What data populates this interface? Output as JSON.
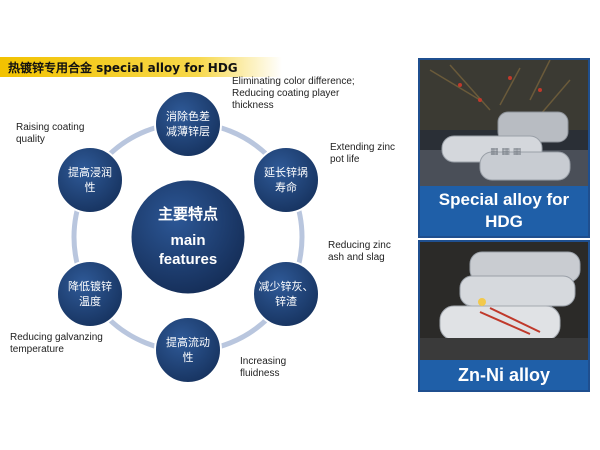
{
  "title": "热镀锌专用合金 special alloy for HDG",
  "center": {
    "zh": "主要特点",
    "en_line1": "main",
    "en_line2": "features"
  },
  "features": [
    {
      "zh1": "消除色差",
      "zh2": "减薄锌层",
      "en": [
        "Eliminating color difference;",
        "Reducing coating player",
        "thickness"
      ]
    },
    {
      "zh1": "延长锌埚",
      "zh2": "寿命",
      "en": [
        "Extending zinc",
        "pot life"
      ]
    },
    {
      "zh1": "减少锌灰、",
      "zh2": "锌渣",
      "en": [
        "Reducing zinc",
        "ash and slag"
      ]
    },
    {
      "zh1": "提高流动",
      "zh2": "性",
      "en": [
        "Increasing",
        "fluidness"
      ]
    },
    {
      "zh1": "降低镀锌",
      "zh2": "温度",
      "en": [
        "Reducing galvanzing",
        "temperature"
      ]
    },
    {
      "zh1": "提高浸润",
      "zh2": "性",
      "en": [
        "Raising coating",
        "quality"
      ]
    }
  ],
  "photos": [
    {
      "caption_line1": "Special alloy for",
      "caption_line2": "HDG"
    },
    {
      "caption_line1": "Zn-Ni alloy"
    }
  ],
  "colors": {
    "circle": "#1d3f73",
    "ring": "#b9c6de",
    "accent": "#f2c200",
    "caption": "#1f5fa8"
  }
}
